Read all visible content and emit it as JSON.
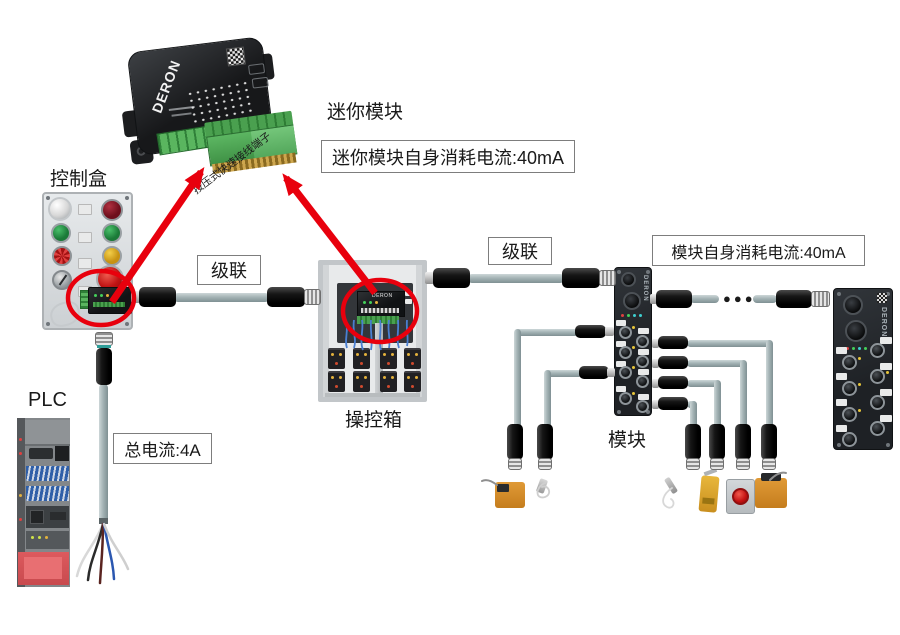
{
  "labels": {
    "control_box": "控制盒",
    "plc": "PLC",
    "mini_module": "迷你模块",
    "operation_box": "操控箱",
    "module": "模块",
    "cascade_left": "级联",
    "cascade_right": "级联",
    "terminal_note": "按压式快速接线端子"
  },
  "callouts": {
    "mini_module_current": "迷你模块自身消耗电流:40mA",
    "module_current": "模块自身消耗电流:40mA",
    "total_current": "总电流:4A"
  },
  "brand": "DERON",
  "ellipsis": "●●●",
  "colors": {
    "arrow_red": "#e8000d",
    "cable_gray": "#a4b3b5",
    "connector_black": "#1b1b1b",
    "terminal_green": "#4fae51",
    "module_body": "#26292e"
  }
}
